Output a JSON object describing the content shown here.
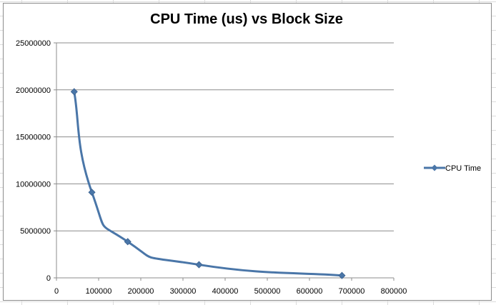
{
  "chart_data": {
    "type": "scatter",
    "title": "CPU Time (us) vs Block Size",
    "xlabel": "",
    "ylabel": "",
    "xlim": [
      0,
      800000
    ],
    "ylim": [
      0,
      25000000
    ],
    "xticks": [
      "0",
      "100000",
      "200000",
      "300000",
      "400000",
      "500000",
      "600000",
      "700000",
      "800000"
    ],
    "yticks": [
      "0",
      "5000000",
      "10000000",
      "15000000",
      "20000000",
      "25000000"
    ],
    "grid": "horizontal",
    "smoothed_line": true,
    "legend_position": "right",
    "series": [
      {
        "name": "CPU Time",
        "color": "#4a76a8",
        "marker": "diamond",
        "x": [
          42000,
          84000,
          169000,
          338000,
          677000
        ],
        "y": [
          19800000,
          9100000,
          3850000,
          1400000,
          250000
        ]
      }
    ]
  }
}
